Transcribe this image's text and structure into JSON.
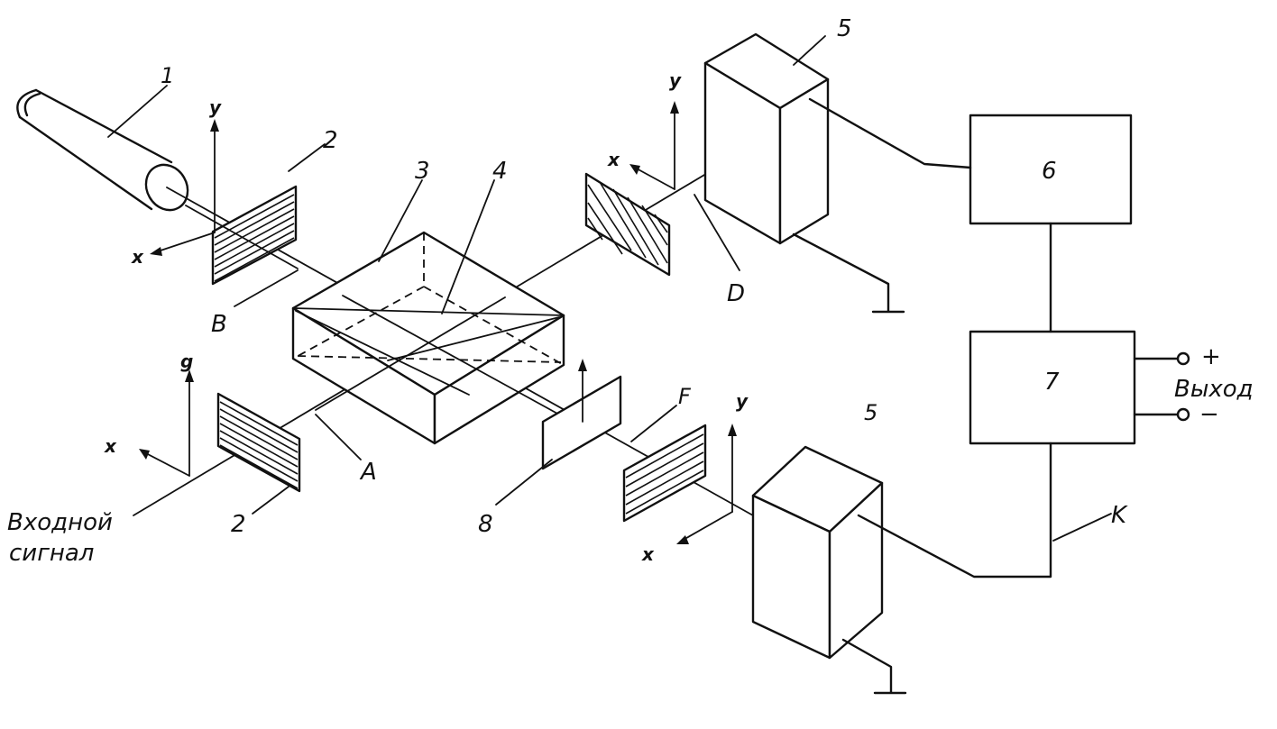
{
  "figure": {
    "labels": {
      "laser": "1",
      "polarizer_top": "2",
      "polarizer_bottom": "2",
      "crystal": "3",
      "diagonal": "4",
      "detector_top": "5",
      "detector_bottom": "5",
      "block6": "6",
      "block7": "7",
      "plate8": "8",
      "beam_a": "A",
      "beam_b": "B",
      "beam_d": "D",
      "beam_f": "F",
      "wire_k": "K"
    },
    "axes": {
      "x": "x",
      "y": "y",
      "y_alt": "g"
    },
    "input_signal": [
      "Входной",
      "сигнал"
    ],
    "output": {
      "label": "Выход",
      "plus": "+",
      "minus": "−"
    }
  }
}
